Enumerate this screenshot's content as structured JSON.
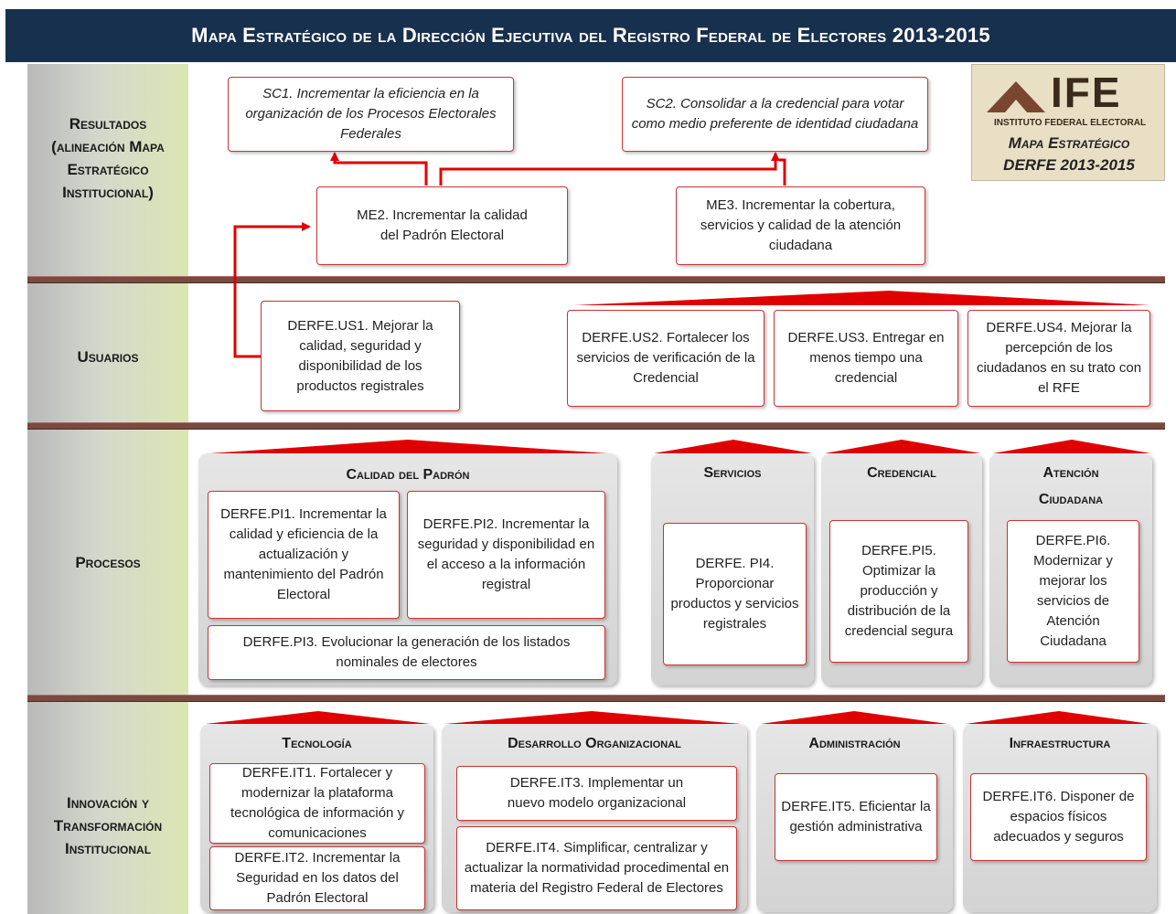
{
  "title": "Mapa Estratégico de la Dirección Ejecutiva del Registro Federal de Electores 2013-2015",
  "logo": {
    "name": "IFE",
    "institution": "INSTITUTO FEDERAL ELECTORAL",
    "line1": "Mapa Estratégico",
    "line2": "DERFE 2013-2015"
  },
  "rows": {
    "resultados": "Resultados (alineación Mapa Estratégico Institucional)",
    "usuarios": "Usuarios",
    "procesos": "Procesos",
    "innovacion": "Innovación y Transformación Institucional"
  },
  "resultados": {
    "sc1": "SC1. Incrementar la eficiencia en la organización de los Procesos Electorales Federales",
    "sc2": "SC2. Consolidar a la credencial para votar como medio preferente de identidad ciudadana",
    "me2": "ME2. Incrementar la calidad del Padrón Electoral",
    "me3": "ME3. Incrementar la cobertura, servicios y calidad de la atención ciudadana"
  },
  "usuarios": {
    "us1": "DERFE.US1. Mejorar la calidad, seguridad y disponibilidad de los productos registrales",
    "us2": "DERFE.US2. Fortalecer los servicios de verificación de la Credencial",
    "us3": "DERFE.US3. Entregar en menos tiempo una credencial",
    "us4": "DERFE.US4. Mejorar la percepción de los ciudadanos en su trato con el RFE"
  },
  "procesos": {
    "calidad": {
      "title": "Calidad del Padrón",
      "pi1": "DERFE.PI1. Incrementar la calidad y eficiencia de la actualización y mantenimiento del Padrón Electoral",
      "pi2": "DERFE.PI2. Incrementar la seguridad y disponibilidad en el acceso a la información registral",
      "pi3": "DERFE.PI3. Evolucionar la generación de los listados nominales de electores"
    },
    "servicios": {
      "title": "Servicios",
      "pi4": "DERFE. PI4. Proporcionar productos y servicios registrales"
    },
    "credencial": {
      "title": "Credencial",
      "pi5": "DERFE.PI5. Optimizar la producción y distribución de la credencial segura"
    },
    "atencion": {
      "title": "Atención Ciudadana",
      "pi6": "DERFE.PI6. Modernizar y mejorar los servicios de Atención Ciudadana"
    }
  },
  "innovacion": {
    "tecnologia": {
      "title": "Tecnología",
      "it1": "DERFE.IT1. Fortalecer y modernizar la plataforma tecnológica de información y comunicaciones",
      "it2": "DERFE.IT2. Incrementar la Seguridad en los datos del Padrón Electoral"
    },
    "desarrollo": {
      "title": "Desarrollo Organizacional",
      "it3": "DERFE.IT3. Implementar un nuevo modelo organizacional",
      "it4": "DERFE.IT4. Simplificar, centralizar y actualizar la normatividad procedimental en materia del Registro Federal de Electores"
    },
    "administracion": {
      "title": "Administración",
      "it5": "DERFE.IT5. Eficientar la gestión administrativa"
    },
    "infraestructura": {
      "title": "Infraestructura",
      "it6": "DERFE.IT6. Disponer de espacios físicos adecuados y seguros"
    }
  },
  "colors": {
    "header": "#17304d",
    "accent": "#e00000",
    "separator": "#7a4a40",
    "box_border": "#cc3333"
  }
}
